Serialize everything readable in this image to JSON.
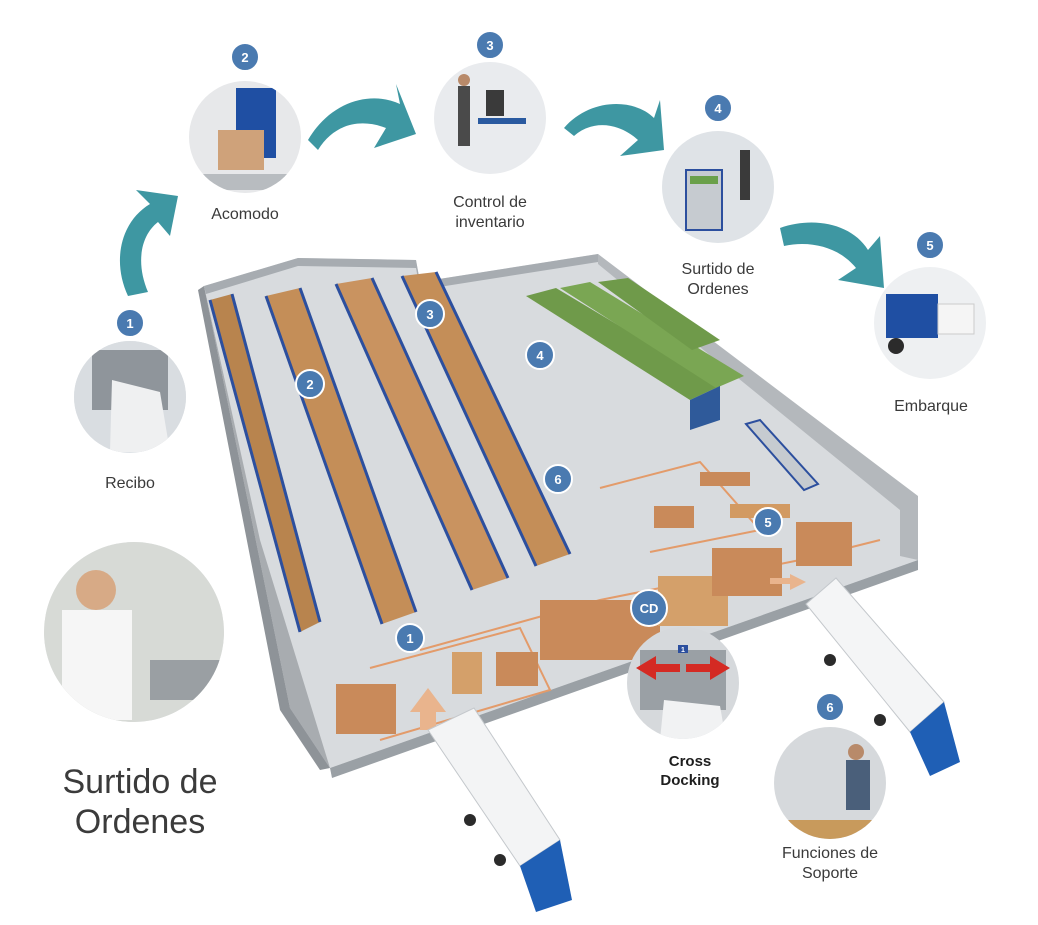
{
  "title": "Surtido de\nOrdenes",
  "steps": [
    {
      "num": "1",
      "label": "Recibo"
    },
    {
      "num": "2",
      "label": "Acomodo"
    },
    {
      "num": "3",
      "label": "Control de\ninventario"
    },
    {
      "num": "4",
      "label": "Surtido de\nOrdenes"
    },
    {
      "num": "5",
      "label": "Embarque"
    },
    {
      "num": "6",
      "label": "Funciones de\nSoporte"
    }
  ],
  "floor_markers": [
    "1",
    "2",
    "3",
    "4",
    "5",
    "6",
    "CD"
  ],
  "cross_docking": {
    "label": "Cross\nDocking",
    "door_number": "1"
  },
  "colors": {
    "badge": "#4a7ab0",
    "arrow": "#3e97a2",
    "floor": "#d6d9dc",
    "wall": "#9ea3a8",
    "rack": "#2c4f9e",
    "box": "#c98a5a",
    "truck_cab": "#1f5fb5",
    "red_arrow": "#d42a23"
  }
}
